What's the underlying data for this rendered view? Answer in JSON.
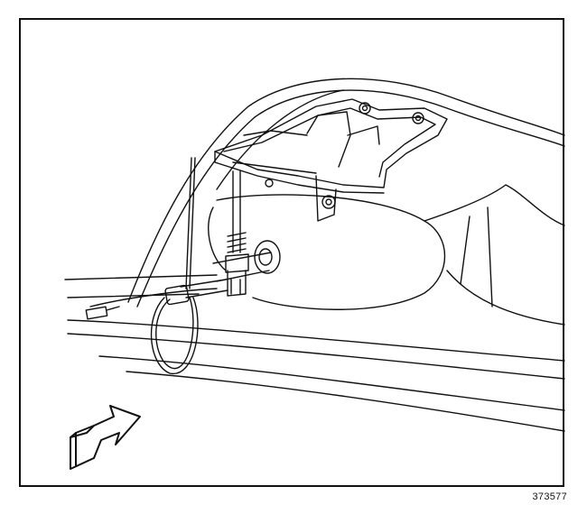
{
  "figure": {
    "number": "373577",
    "subject": "trailer-hitch-style-bracket-with-cable-and-connector",
    "direction_indicator": "arrow-forward"
  },
  "colors": {
    "ink": "#111111",
    "paper": "#ffffff",
    "arrow_fill": "#ffffff"
  }
}
